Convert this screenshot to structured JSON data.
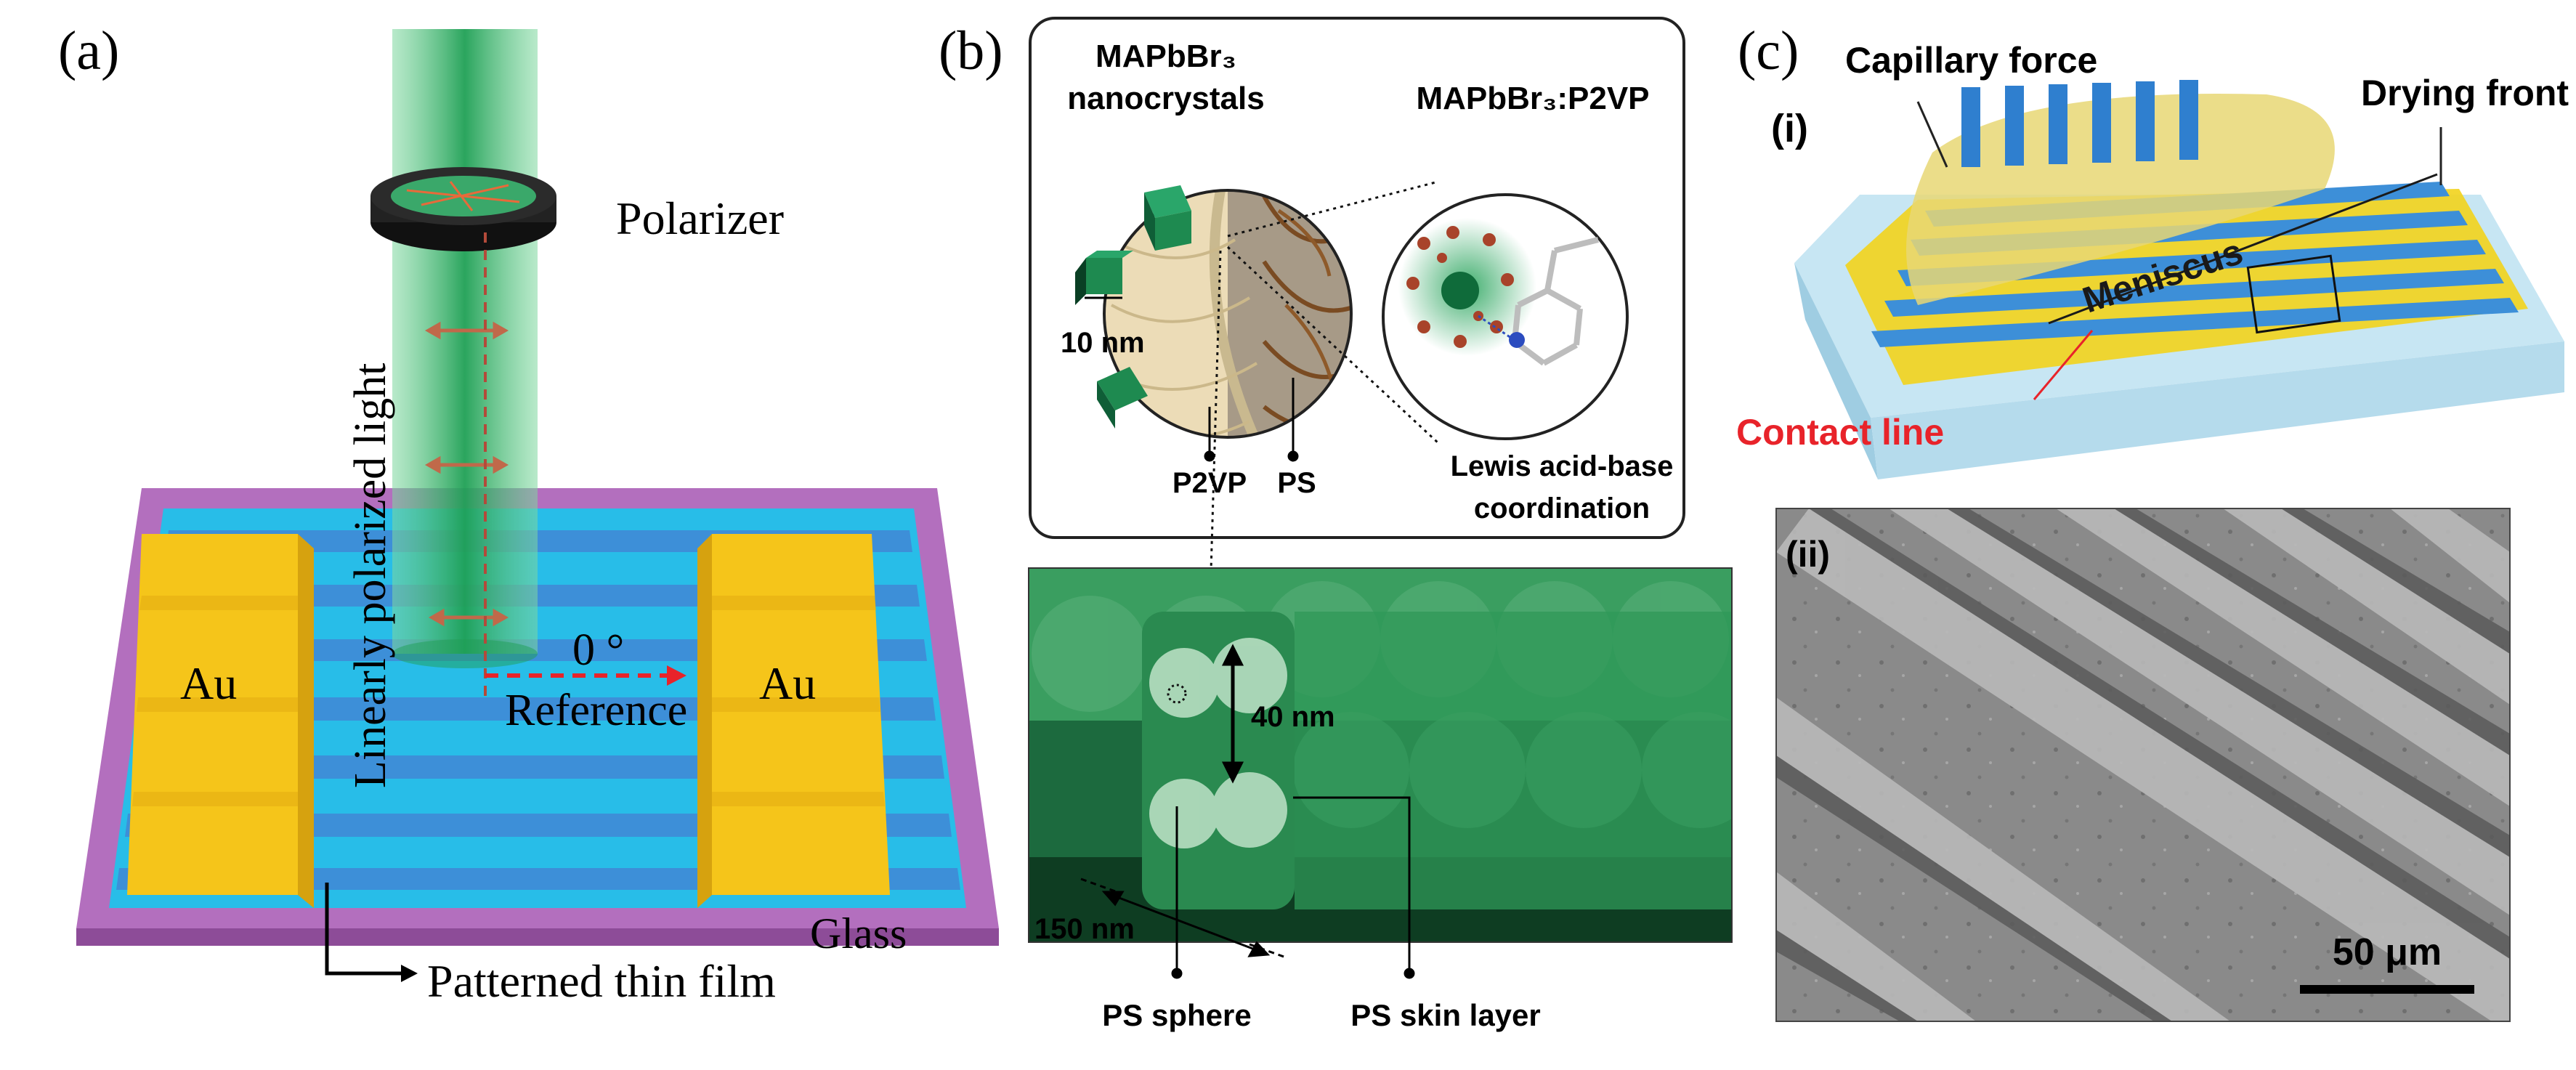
{
  "panel_a": {
    "label": "(a)",
    "polarizer": "Polarizer",
    "light": "Linearly polarized light",
    "electrode_left": "Au",
    "electrode_right": "Au",
    "angle": "0 °",
    "reference": "Reference",
    "substrate": "Glass",
    "film": "Patterned thin film"
  },
  "panel_b": {
    "label": "(b)",
    "nanocrystals_line1": "MAPbBr₃",
    "nanocrystals_line2": "nanocrystals",
    "composite": "MAPbBr₃:P2VP",
    "scale": "10 nm",
    "p2vp": "P2VP",
    "ps": "PS",
    "lewis_line1": "Lewis acid-base",
    "lewis_line2": "coordination",
    "diameter": "40 nm",
    "width": "150 nm",
    "sphere": "PS sphere",
    "skin": "PS skin layer"
  },
  "panel_c": {
    "label": "(c)",
    "sub_i": "(i)",
    "capillary": "Capillary force",
    "drying": "Drying front",
    "meniscus": "Meniscus",
    "contact": "Contact line",
    "sub_ii": "(ii)",
    "scalebar": "50 μm"
  },
  "colors": {
    "green": "#1fa055",
    "cyan": "#22b9e8",
    "gold": "#f5c51a",
    "purple": "#b36fbe",
    "red": "#e8232a",
    "blue_stripe": "#3d8fd8"
  }
}
